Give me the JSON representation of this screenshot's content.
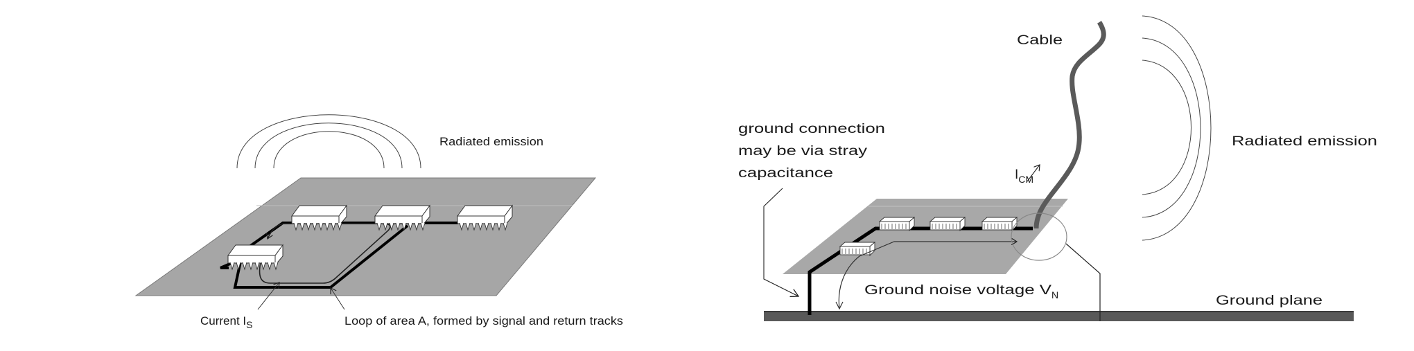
{
  "left_figure": {
    "radiated_label": "Radiated emission",
    "current_label": "Current I",
    "current_subscript": "S",
    "loop_label": "Loop of area A, formed by signal and return tracks",
    "colors": {
      "board": "#a6a6a6",
      "track": "#000000",
      "chip": "#ffffff"
    }
  },
  "right_figure": {
    "cable_label": "Cable",
    "radiated_label": "Radiated emission",
    "ground_connection_lines": [
      "ground connection",
      "may be via stray",
      "capacitance"
    ],
    "icm_label": "I",
    "icm_subscript": "CM",
    "noise_label": "Ground noise voltage V",
    "noise_subscript": "N",
    "ground_plane_label": "Ground plane",
    "colors": {
      "board": "#a8a8a8",
      "cable": "#5a5a5a",
      "ground_plane": "#595959"
    }
  }
}
